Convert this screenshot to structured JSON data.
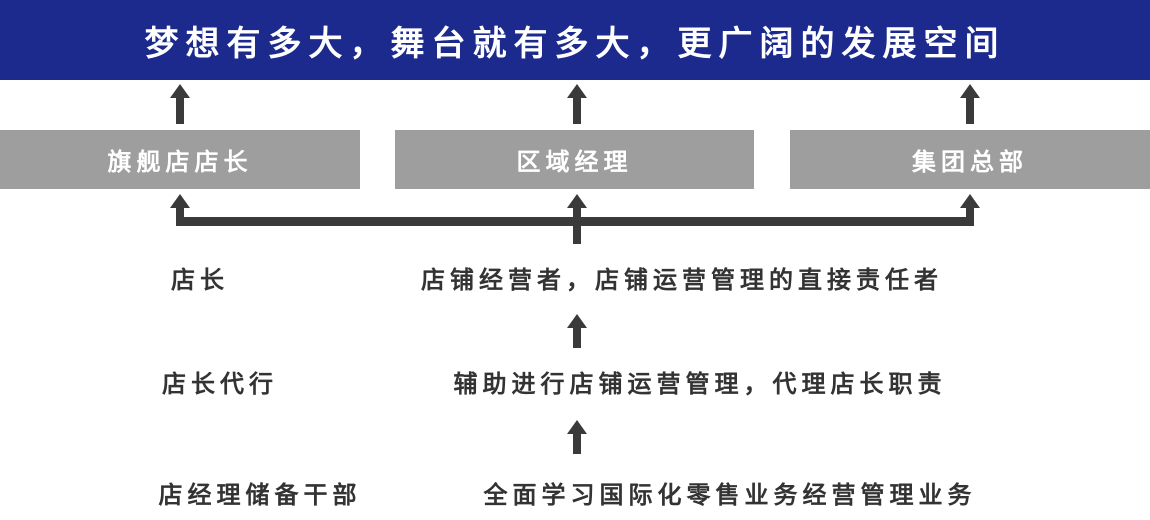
{
  "banner": {
    "title": "梦想有多大，舞台就有多大，更广阔的发展空间"
  },
  "top_roles": [
    {
      "label": "旗舰店店长"
    },
    {
      "label": "区域经理"
    },
    {
      "label": "集团总部"
    }
  ],
  "levels": [
    {
      "role": "店长",
      "description": "店铺经营者，店铺运营管理的直接责任者"
    },
    {
      "role": "店长代行",
      "description": "辅助进行店铺运营管理，代理店长职责"
    },
    {
      "role": "店经理储备干部",
      "description": "全面学习国际化零售业务经营管理业务"
    }
  ],
  "colors": {
    "banner_bg": "#1b2a8c",
    "box_bg": "#9e9e9e",
    "arrow": "#3a3a3a",
    "text": "#333333"
  }
}
